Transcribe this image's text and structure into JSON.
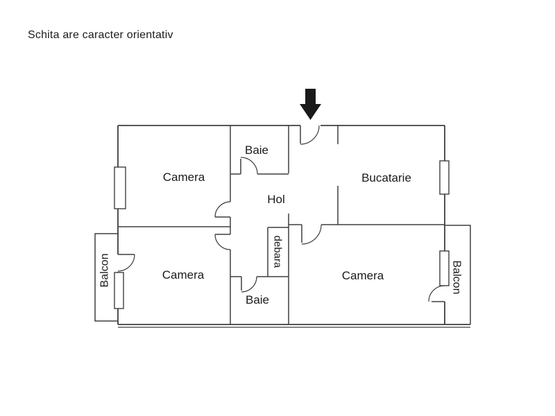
{
  "disclaimer": "Schita are caracter orientativ",
  "floorplan": {
    "rooms": {
      "camera_top_left": "Camera",
      "baie_top": "Baie",
      "hol": "Hol",
      "bucatarie": "Bucatarie",
      "camera_bottom_left": "Camera",
      "baie_bottom": "Baie",
      "debara": "debara",
      "camera_bottom_right": "Camera",
      "balcon_left": "Balcon",
      "balcon_right": "Balcon"
    },
    "entrance": {
      "marker": "down-arrow"
    },
    "colors": {
      "walls": "#3e3e3e",
      "labels": "#1a1a1a",
      "arrow": "#1a1a1a",
      "background": "#ffffff"
    }
  }
}
